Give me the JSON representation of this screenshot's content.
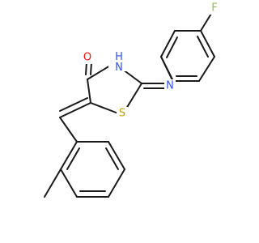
{
  "molecule": {
    "atoms": {
      "O": {
        "label": "O",
        "color": "#ff0d0d"
      },
      "NH": {
        "label": "H N",
        "color": "#3050f8"
      },
      "N_imine": {
        "label": "N",
        "color": "#3050f8"
      },
      "S": {
        "label": "S",
        "color": "#c8a000"
      },
      "F": {
        "label": "F",
        "color": "#90c050"
      }
    },
    "bond_color": "#1a1a1a"
  }
}
